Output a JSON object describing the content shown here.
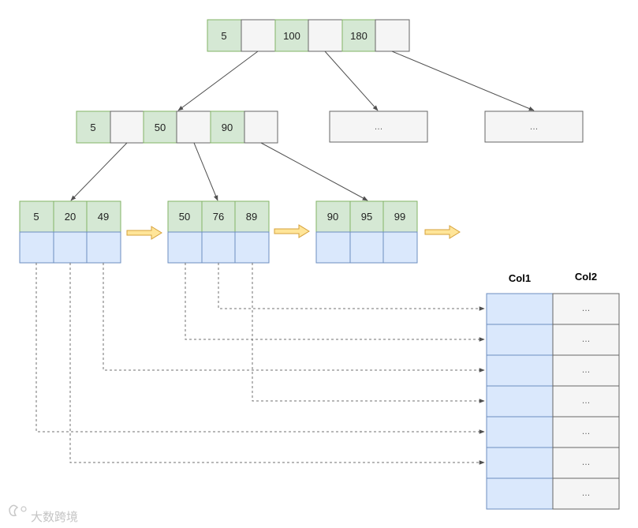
{
  "root": {
    "keys": [
      "5",
      "100",
      "180"
    ]
  },
  "level2": {
    "left": {
      "keys": [
        "5",
        "50",
        "90"
      ]
    },
    "middle_placeholder": "…",
    "right_placeholder": "…"
  },
  "leaves": [
    {
      "keys": [
        "5",
        "20",
        "49"
      ]
    },
    {
      "keys": [
        "50",
        "76",
        "89"
      ]
    },
    {
      "keys": [
        "90",
        "95",
        "99"
      ]
    }
  ],
  "table": {
    "headers": [
      "Col1",
      "Col2"
    ],
    "rows": [
      {
        "col1": "",
        "col2": "…"
      },
      {
        "col1": "",
        "col2": "…"
      },
      {
        "col1": "",
        "col2": "…"
      },
      {
        "col1": "",
        "col2": "…"
      },
      {
        "col1": "",
        "col2": "…"
      },
      {
        "col1": "",
        "col2": "…"
      },
      {
        "col1": "",
        "col2": "…"
      }
    ]
  },
  "colors": {
    "key_fill": "#d5e8d4",
    "key_stroke": "#82b366",
    "pointer_fill": "#f5f5f5",
    "pointer_stroke": "#666666",
    "data_fill": "#dae8fc",
    "data_stroke": "#6c8ebf",
    "next_arrow_fill": "#ffe599"
  },
  "watermark": "大数跨境"
}
